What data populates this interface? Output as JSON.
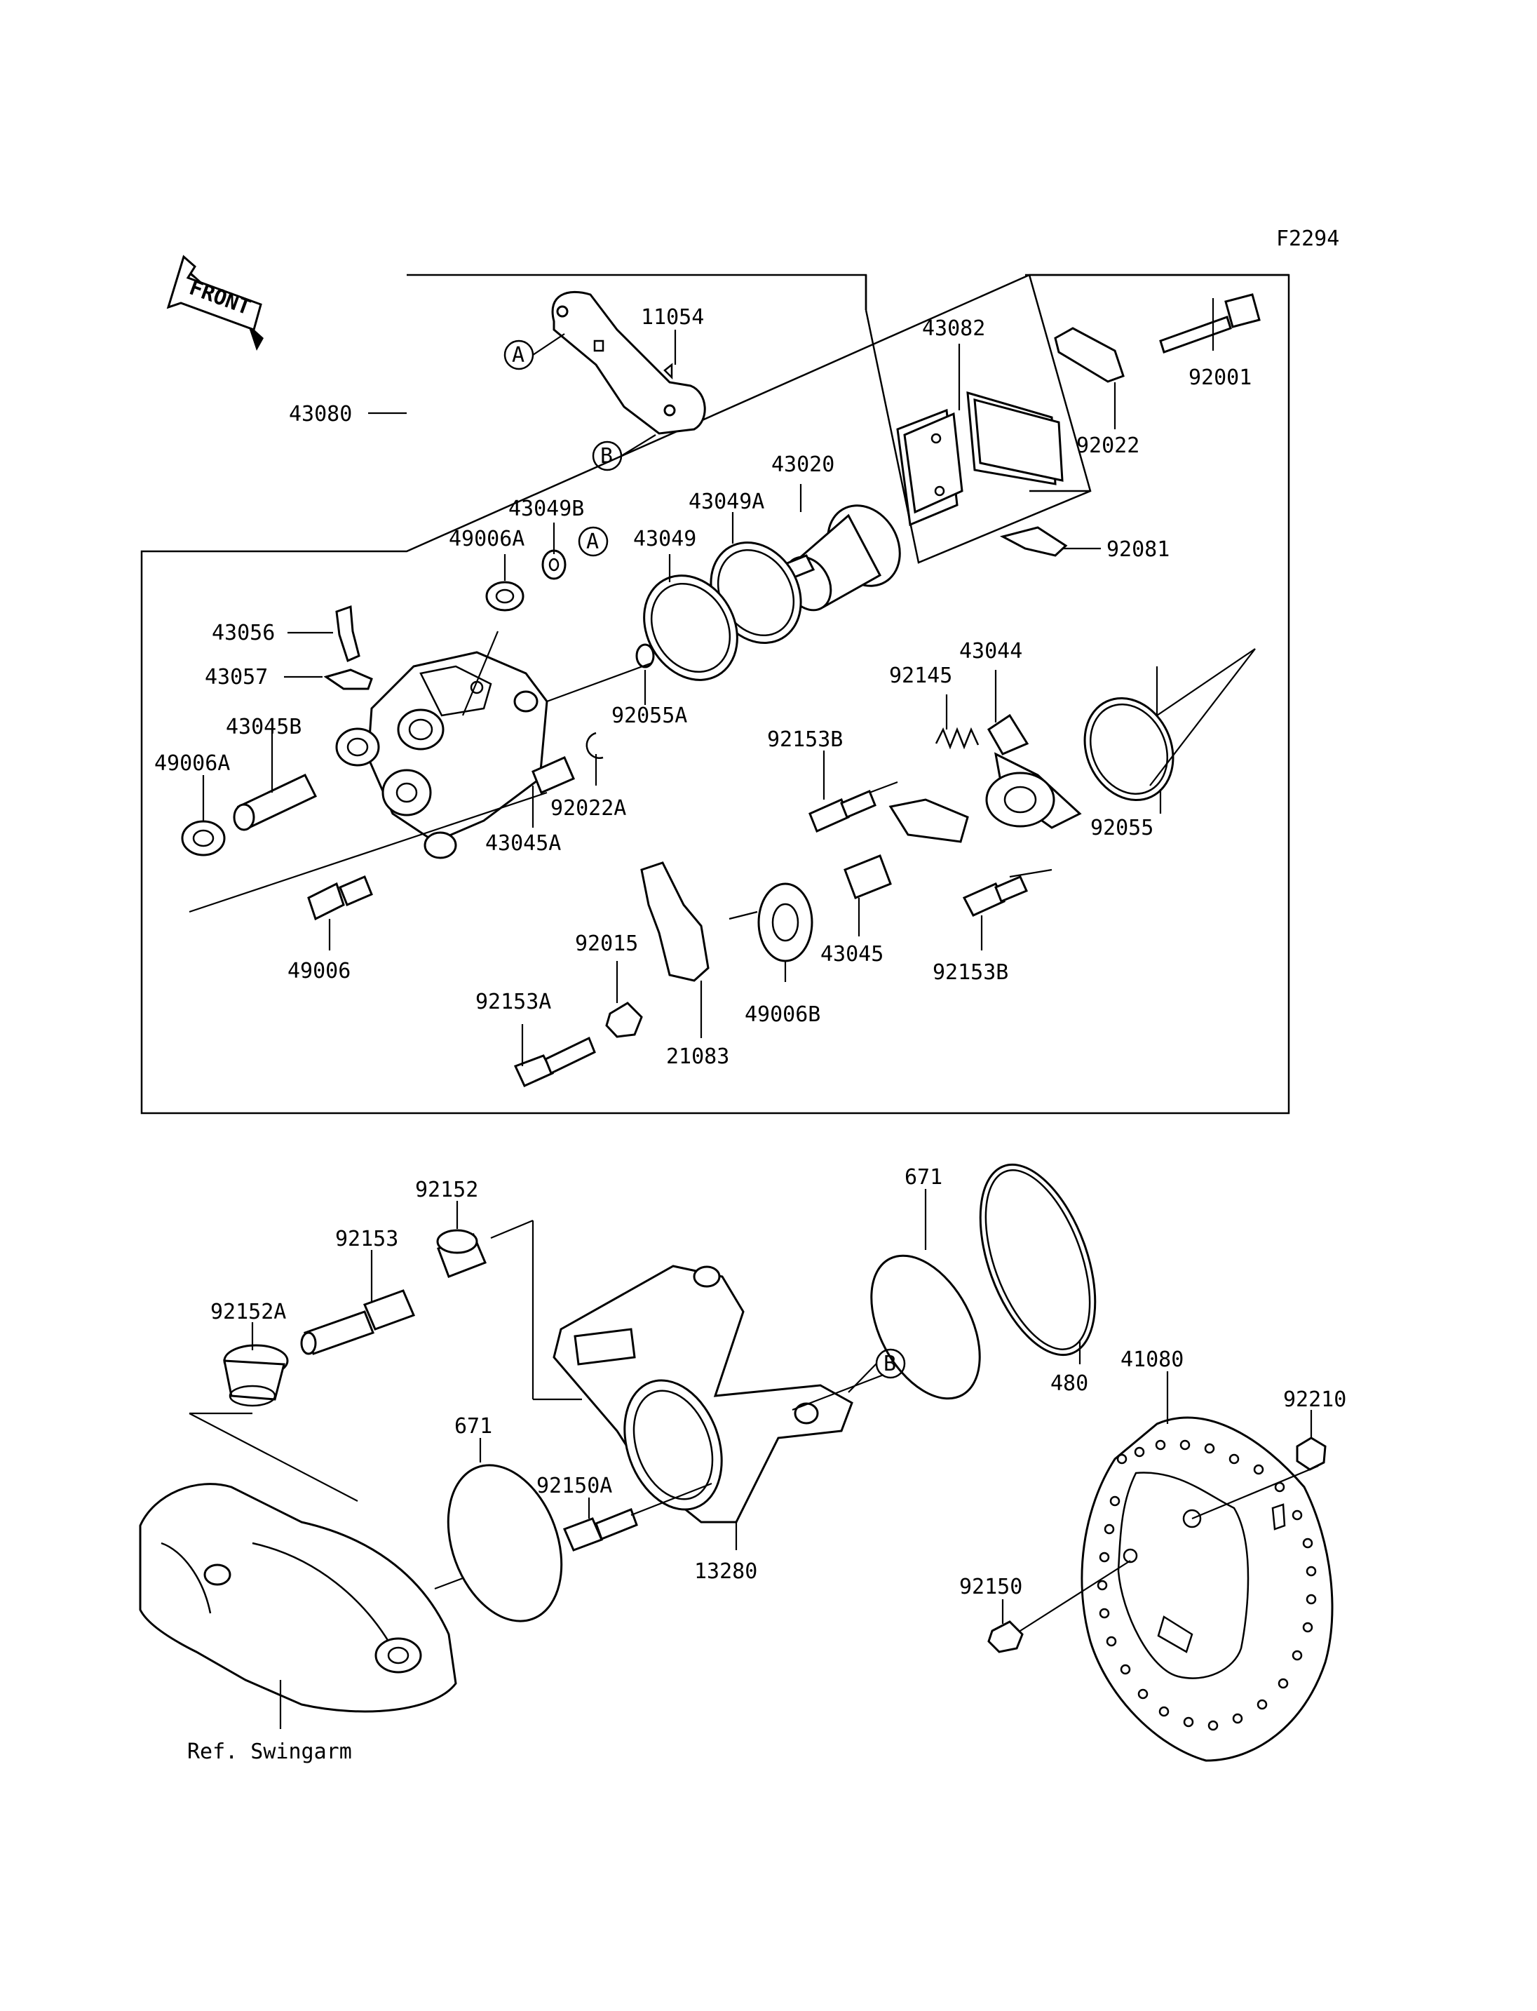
{
  "figure_code": "F2294",
  "front_label": "FRONT",
  "reference_label": "Ref. Swingarm",
  "markers": {
    "a": "A",
    "b": "B"
  },
  "part_numbers": {
    "p11054": "11054",
    "p43080": "43080",
    "p43082": "43082",
    "p92001": "92001",
    "p92022": "92022",
    "p43049B": "43049B",
    "p43049A": "43049A",
    "p43020": "43020",
    "p49006A_top": "49006A",
    "p43049": "43049",
    "p92081": "92081",
    "p43056": "43056",
    "p43057": "43057",
    "p92055A": "92055A",
    "p43044": "43044",
    "p92145": "92145",
    "p43045B": "43045B",
    "p92153B_top": "92153B",
    "p49006A_left": "49006A",
    "p92022A": "92022A",
    "p92055": "92055",
    "p43045A": "43045A",
    "p92015": "92015",
    "p43045": "43045",
    "p49006": "49006",
    "p92153B_bottom": "92153B",
    "p92153A": "92153A",
    "p49006B": "49006B",
    "p21083": "21083",
    "p671_top": "671",
    "p92152": "92152",
    "p92153": "92153",
    "p92152A": "92152A",
    "p480": "480",
    "p41080": "41080",
    "p92210": "92210",
    "p671_bottom": "671",
    "p92150A": "92150A",
    "p13280": "13280",
    "p92150": "92150"
  }
}
